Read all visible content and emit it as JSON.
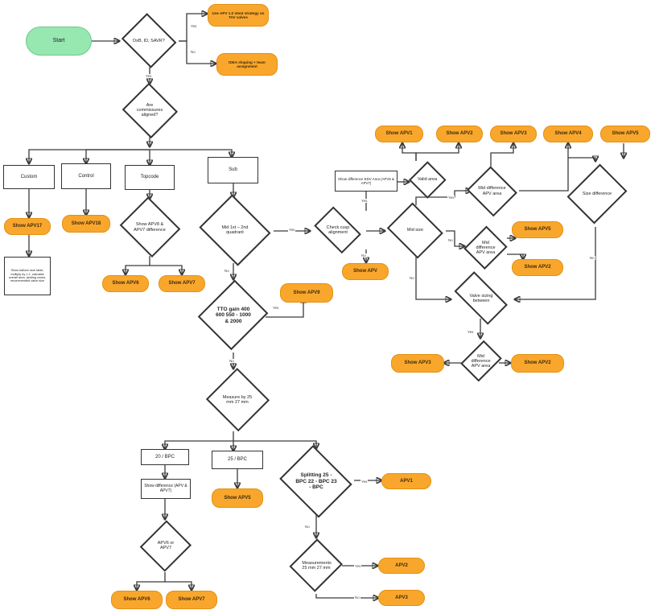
{
  "nodes": {
    "start": {
      "label": "Start"
    },
    "d_q1": {
      "label": "DxB, ID, SAVR?"
    },
    "out_tr1": {
      "label": "Use APV 1.0 stent strategy on TAV valves"
    },
    "out_tr2": {
      "label": "IDEA shaping + team assignment"
    },
    "d_q2": {
      "label": "Are commissures aligned?"
    },
    "p_custom": {
      "label": "Custom"
    },
    "p_control": {
      "label": "Control"
    },
    "p_topcode": {
      "label": "Topcode"
    },
    "p_sub": {
      "label": "Sub"
    },
    "out_apv17": {
      "label": "Show APV17"
    },
    "note_left": {
      "label": "Show balloon size table, multiply by 1.1, calculate overall area, landing zones, recommended valve size"
    },
    "out_apv18": {
      "label": "Show APV18"
    },
    "d_apv8": {
      "label": "Show APV8 & APV7 difference"
    },
    "out_apv6": {
      "label": "Show APV6"
    },
    "out_apv7": {
      "label": "Show APV7"
    },
    "d_main": {
      "label": "Mid 1st – 2nd quadrant"
    },
    "d_cuspa": {
      "label": "Check cusp alignment"
    },
    "out_apv": {
      "label": "Show APV"
    },
    "p_show_diff": {
      "label": "Show difference EDV Area (APV5 & APV7)"
    },
    "d_small": {
      "label": "Valid area"
    },
    "d_mid": {
      "label": "Mid size"
    },
    "d_midr1": {
      "label": "Mid difference APV area"
    },
    "d_midr2": {
      "label": "Mid difference APV area"
    },
    "d_far": {
      "label": "Size difference"
    },
    "out_top1": {
      "label": "Show APV1"
    },
    "out_top2": {
      "label": "Show APV2"
    },
    "out_top3": {
      "label": "Show APV3"
    },
    "out_top4": {
      "label": "Show APV4"
    },
    "out_top5": {
      "label": "Show APV5"
    },
    "out_r1": {
      "label": "Show APV5"
    },
    "out_r2": {
      "label": "Show APV2"
    },
    "d_wide": {
      "label": "Valve sizing between"
    },
    "d_bot": {
      "label": "Mid difference APV area"
    },
    "out_bl": {
      "label": "Show APV3"
    },
    "out_br": {
      "label": "Show APV2"
    },
    "d_big": {
      "label": "TTO gain 400 600 550 - 1000 & 2000"
    },
    "out_apv9": {
      "label": "Show APV9"
    },
    "d_size": {
      "label": "Measure by 25 mm 27 mm"
    },
    "p_20": {
      "label": "20 / BPC"
    },
    "p_25": {
      "label": "25 / BPC"
    },
    "p_diff2": {
      "label": "Show difference (APV & APV7)"
    },
    "d_apv9q": {
      "label": "APV6 or APV7"
    },
    "out_apv6b": {
      "label": "Show APV6"
    },
    "out_apv7b": {
      "label": "Show APV7"
    },
    "out_apv5b": {
      "label": "Show APV5"
    },
    "d_split": {
      "label": "Splitting 25 - BPC 22 - BPC 23 - BPC"
    },
    "out_apv1": {
      "label": "APV1"
    },
    "d_lower": {
      "label": "Measurements 25 mm 27 mm"
    },
    "out_apv2": {
      "label": "APV2"
    },
    "out_apv3": {
      "label": "APV3"
    }
  },
  "edge_labels": {
    "tr1": "Yes",
    "tr2": "No",
    "down": "Yes",
    "main_right": "Yes",
    "main_down": "No",
    "cusp_up": "Yes",
    "cusp_down": "No",
    "mid_up": "Yes",
    "mid_down": "No",
    "mid_bottom": "No",
    "wide": "Yes",
    "far_down": "No",
    "big_right": "Yes",
    "big_down": "No",
    "split_right": "Yes",
    "split_down": "No",
    "lower_r1": "Yes",
    "lower_r2": "No"
  },
  "colors": {
    "start_fill": "#97e7b0",
    "output_fill": "#f9a72c",
    "process_border": "#333333",
    "connector": "#3a3a3a"
  }
}
